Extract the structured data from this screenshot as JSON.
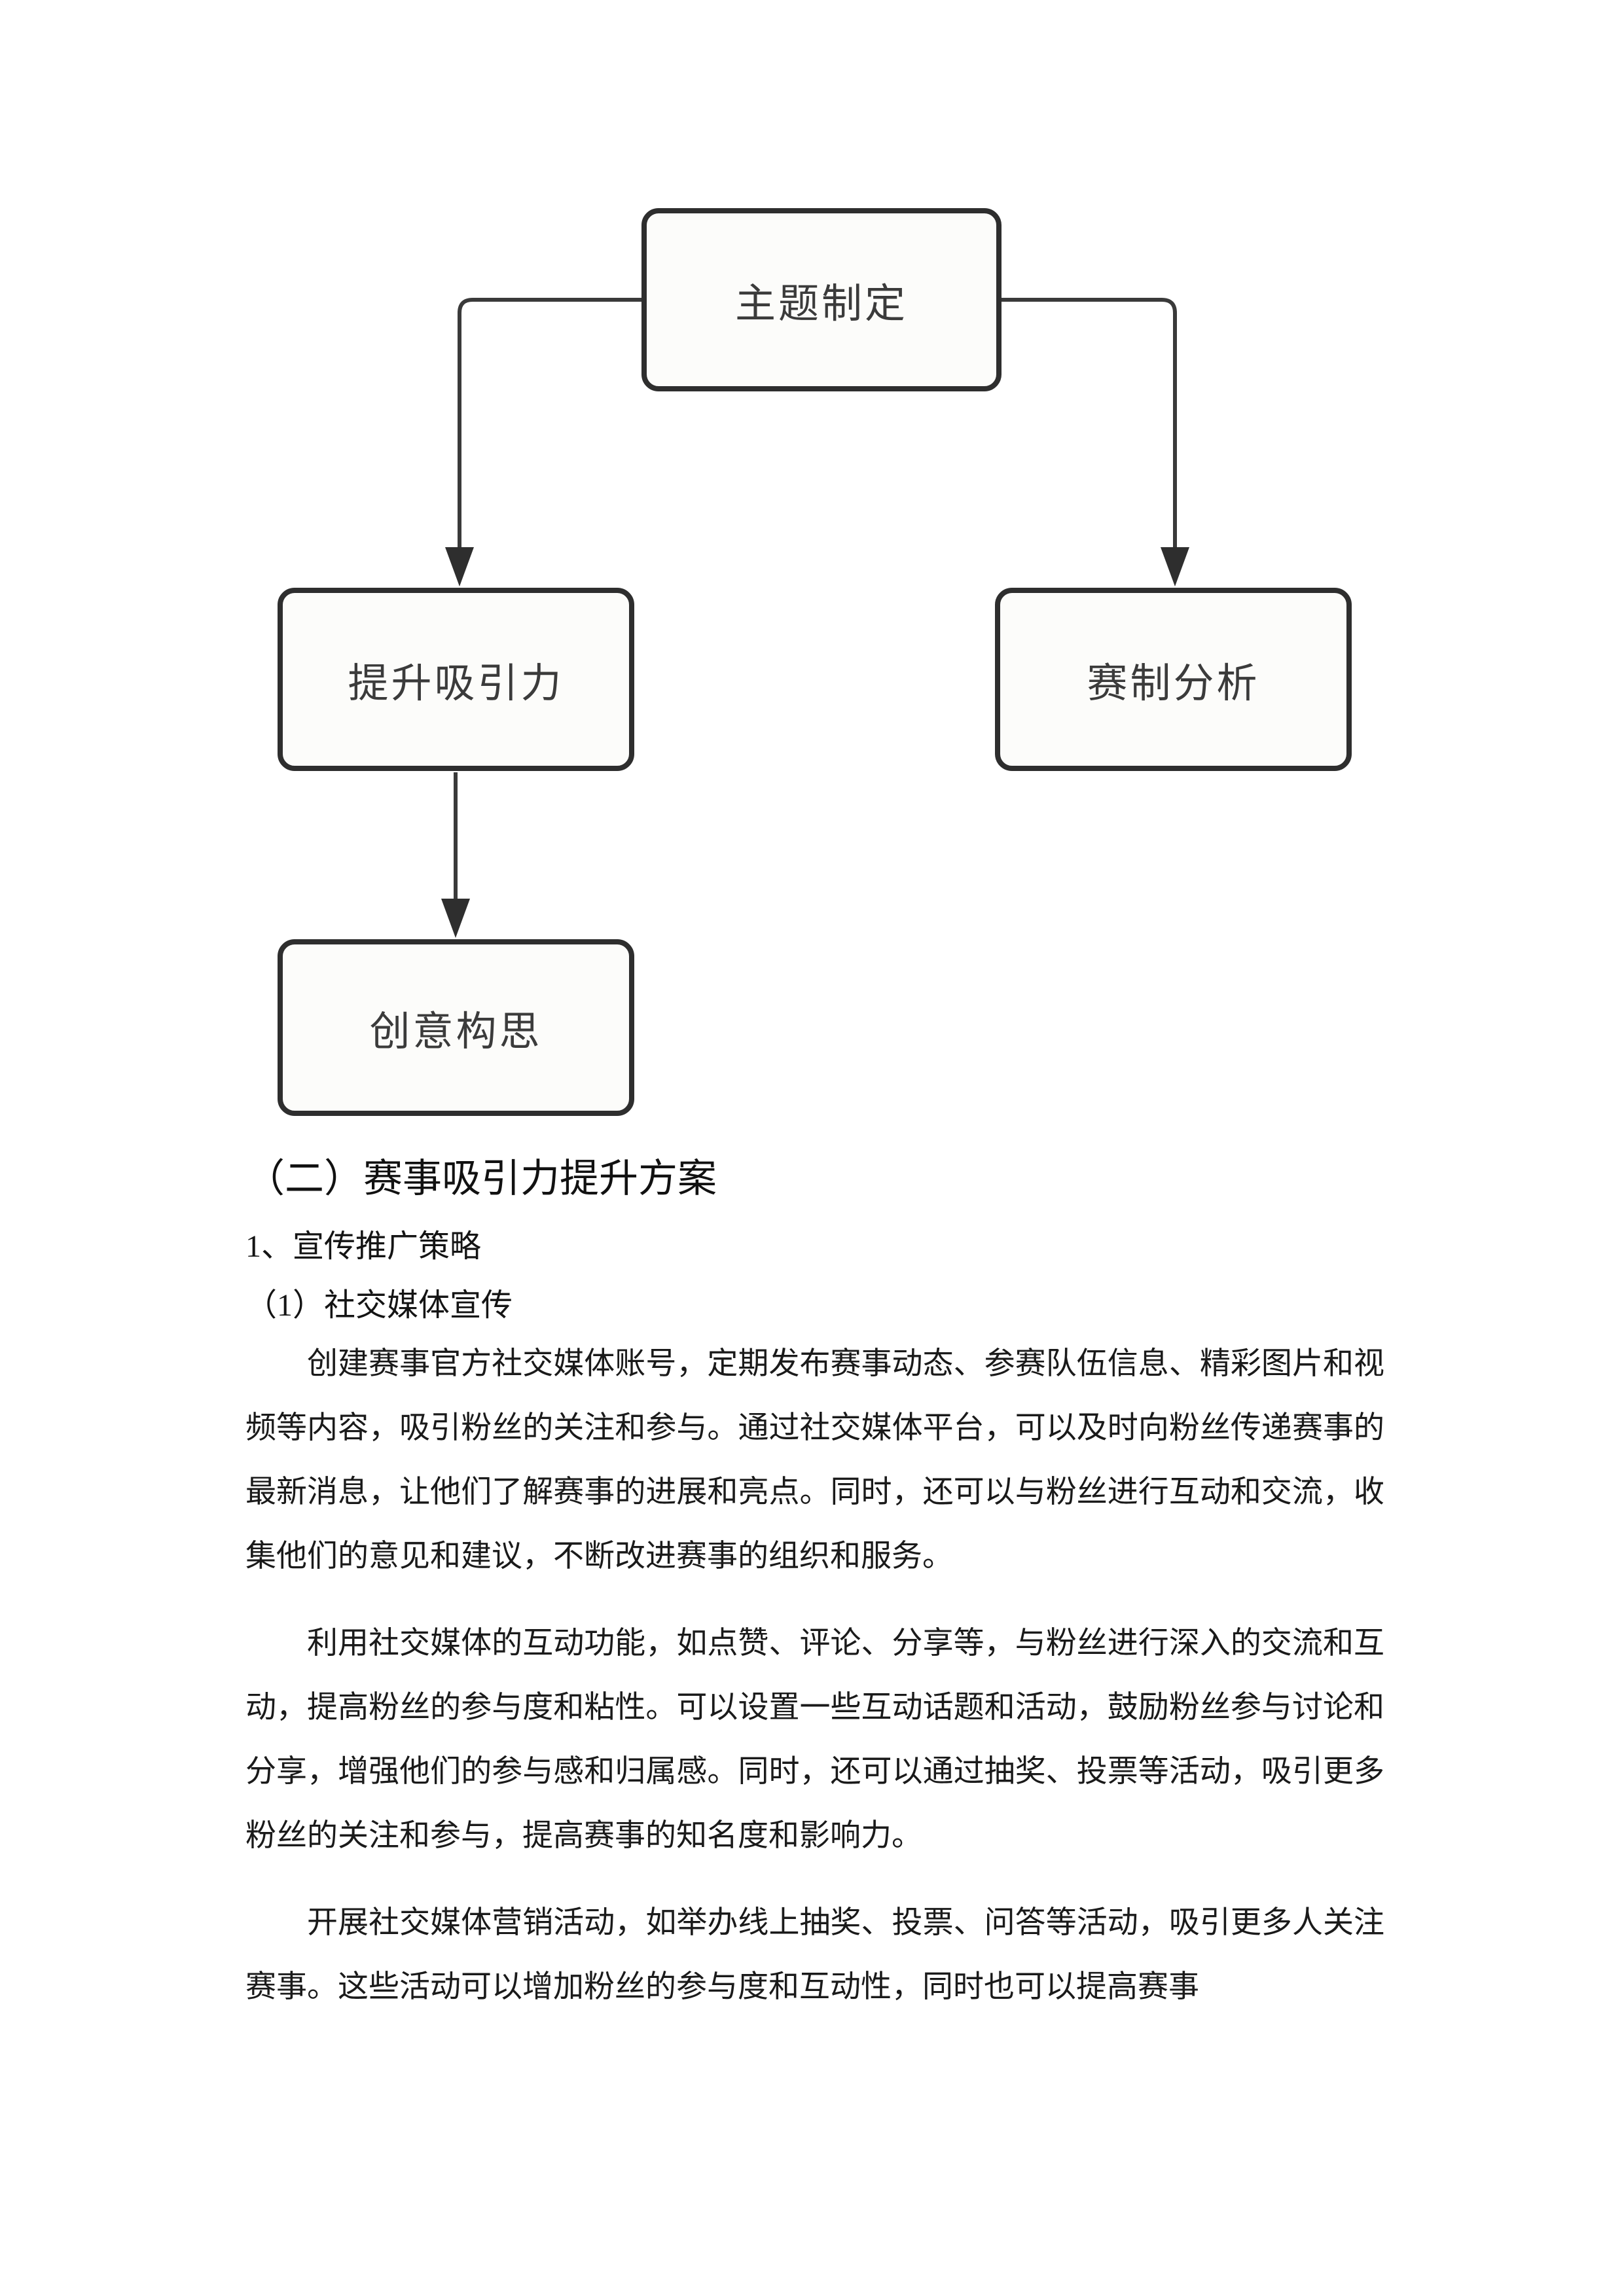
{
  "page": {
    "background": "#ffffff"
  },
  "diagram": {
    "colors": {
      "box_border": "#2e2e2e",
      "box_fill": "#fcfcfa",
      "line": "#3a3a3a",
      "text": "#3b3b3b"
    },
    "nodes": [
      {
        "id": "theme",
        "label": "主题制定"
      },
      {
        "id": "attract",
        "label": "提升吸引力"
      },
      {
        "id": "format",
        "label": "赛制分析"
      },
      {
        "id": "creative",
        "label": "创意构思"
      }
    ],
    "edges": [
      {
        "from": "theme",
        "to": "attract"
      },
      {
        "from": "theme",
        "to": "format"
      },
      {
        "from": "attract",
        "to": "creative"
      }
    ]
  },
  "content": {
    "heading": "（二）赛事吸引力提升方案",
    "subheading1": "1、宣传推广策略",
    "subheading2": "（1）社交媒体宣传",
    "paragraphs": {
      "p1": "创建赛事官方社交媒体账号，定期发布赛事动态、参赛队伍信息、精彩图片和视频等内容，吸引粉丝的关注和参与。通过社交媒体平台，可以及时向粉丝传递赛事的最新消息，让他们了解赛事的进展和亮点。同时，还可以与粉丝进行互动和交流，收集他们的意见和建议，不断改进赛事的组织和服务。",
      "p2": "利用社交媒体的互动功能，如点赞、评论、分享等，与粉丝进行深入的交流和互动，提高粉丝的参与度和粘性。可以设置一些互动话题和活动，鼓励粉丝参与讨论和分享，增强他们的参与感和归属感。同时，还可以通过抽奖、投票等活动，吸引更多粉丝的关注和参与，提高赛事的知名度和影响力。",
      "p3": "开展社交媒体营销活动，如举办线上抽奖、投票、问答等活动，吸引更多人关注赛事。这些活动可以增加粉丝的参与度和互动性，同时也可以提高赛事"
    }
  }
}
